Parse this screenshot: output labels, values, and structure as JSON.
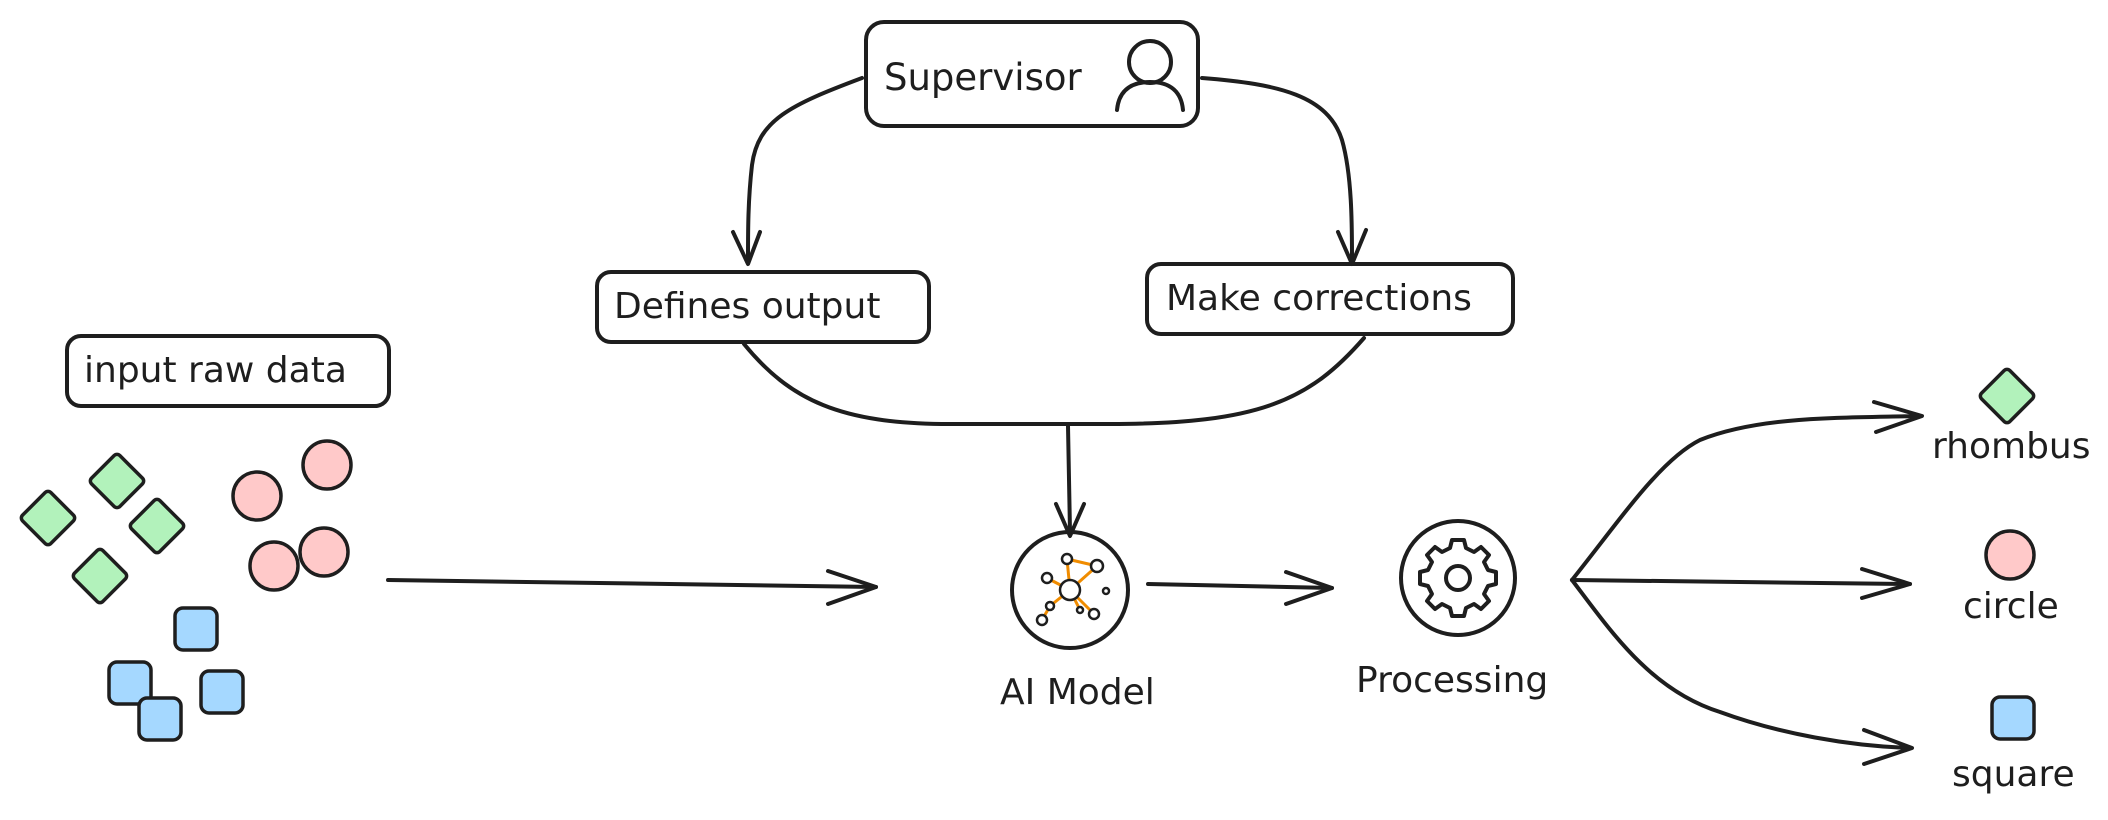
{
  "supervisor": {
    "label": "Supervisor",
    "icon": "user-icon"
  },
  "defines_output": {
    "label": "Defines output"
  },
  "make_corrections": {
    "label": "Make corrections"
  },
  "input": {
    "label": "input raw data"
  },
  "ai_model": {
    "label": "AI Model",
    "icon": "network-graph-icon"
  },
  "processing": {
    "label": "Processing",
    "icon": "gear-icon"
  },
  "outputs": [
    {
      "label": "rhombus",
      "shape": "rhombus-icon"
    },
    {
      "label": "circle",
      "shape": "circle-icon"
    },
    {
      "label": "square",
      "shape": "square-icon"
    }
  ],
  "colors": {
    "stroke": "#1e1e1e",
    "rhombus_fill": "#b2f2bb",
    "circle_fill": "#ffc9c9",
    "square_fill": "#a5d8ff",
    "network_accent": "#f08c00",
    "background": "#ffffff"
  }
}
